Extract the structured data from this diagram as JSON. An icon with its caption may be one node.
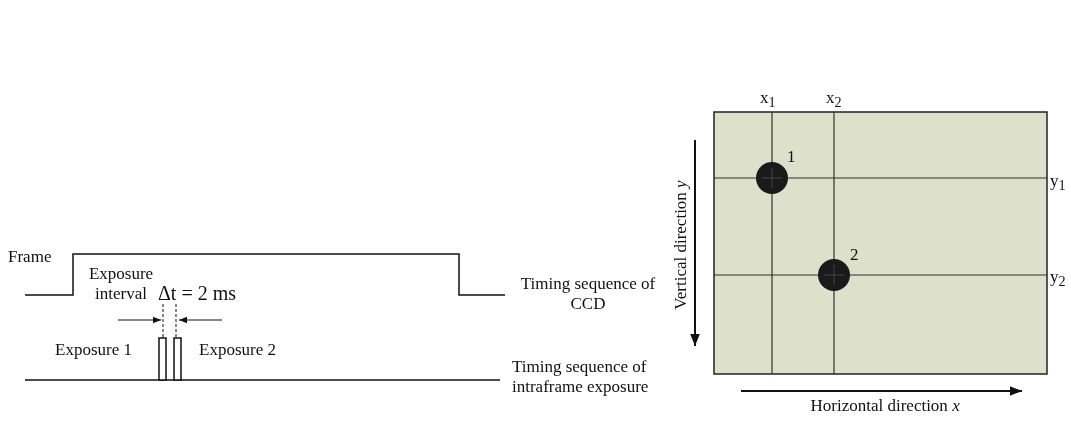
{
  "diagram": {
    "labels": [
      "Frame",
      "Exposure interval",
      "Δt = 2 ms",
      "Timing sequence of CCD",
      "Exposure 1",
      "Exposure 2",
      "Timing sequence of intraframe exposure",
      "x$_{1}$",
      "x$_{2}$",
      "1",
      "y$_{1}$",
      "2",
      "y$_{2}$",
      "Vertical direction *y*",
      "Horizontal direction *x*"
    ]
  }
}
